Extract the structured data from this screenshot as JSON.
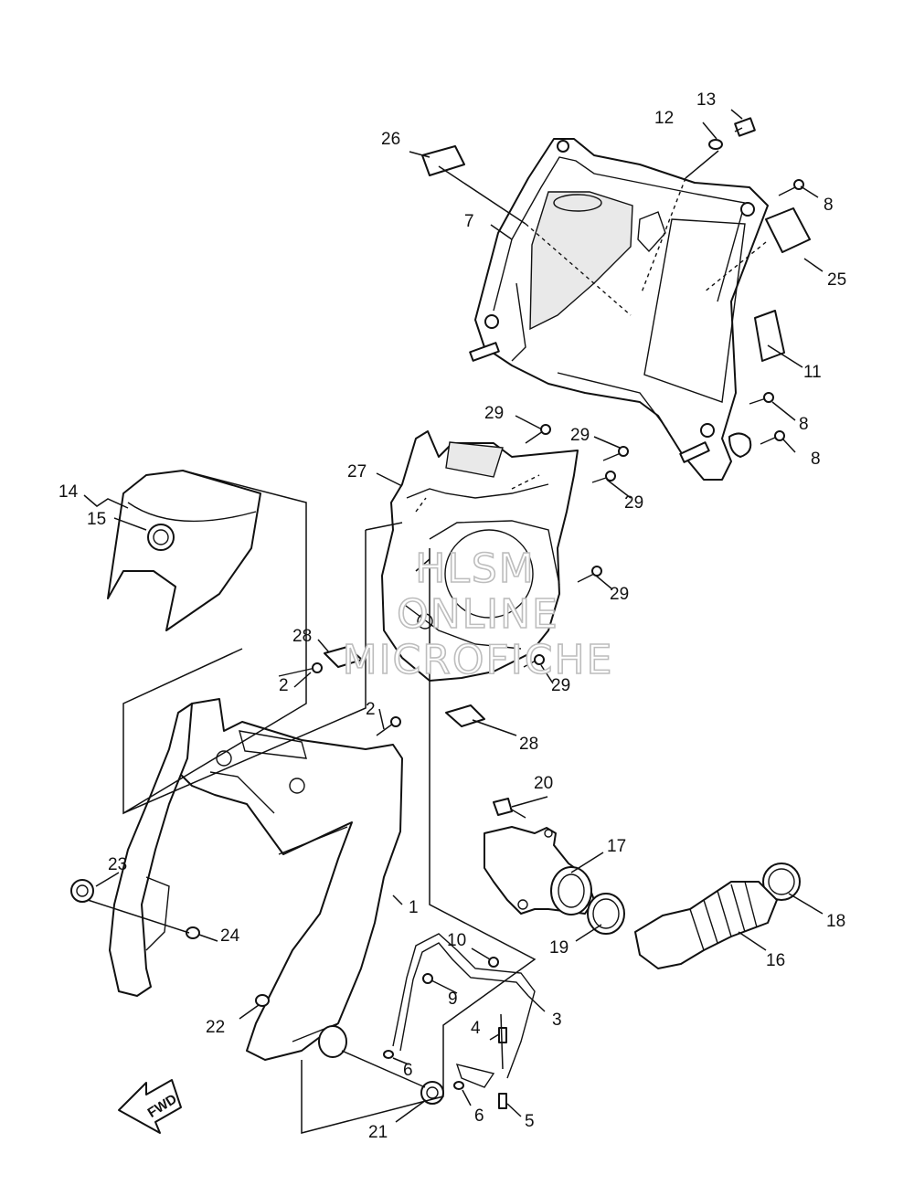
{
  "diagram": {
    "callouts": [
      "1",
      "2",
      "2",
      "3",
      "4",
      "5",
      "6",
      "6",
      "7",
      "8",
      "8",
      "8",
      "9",
      "10",
      "11",
      "12",
      "13",
      "14",
      "15",
      "16",
      "17",
      "18",
      "19",
      "20",
      "21",
      "22",
      "23",
      "24",
      "25",
      "26",
      "27",
      "28",
      "28",
      "29",
      "29",
      "29",
      "29",
      "29"
    ],
    "watermark": [
      "HLSM",
      "ONLINE",
      "MICROFICHE"
    ],
    "direction_label": "FWD"
  }
}
